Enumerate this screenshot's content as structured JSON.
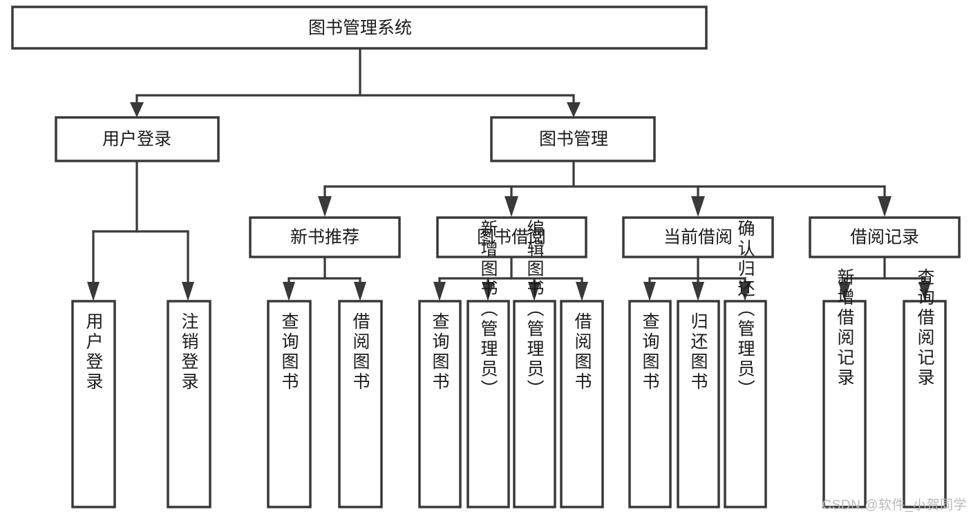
{
  "diagram": {
    "type": "tree",
    "title": "图书管理系统",
    "orientation": "top-down",
    "watermark": "CSDN @软件_小贺同学",
    "colors": {
      "background": "#ffffff",
      "box_fill": "#ffffff",
      "box_stroke": "#393939",
      "text": "#1a1a1a",
      "watermark": "#b9b9b9"
    },
    "root": {
      "id": "root",
      "label": "图书管理系统"
    },
    "level2": [
      {
        "id": "user-login",
        "label": "用户登录"
      },
      {
        "id": "book-manage",
        "label": "图书管理"
      }
    ],
    "level3": [
      {
        "id": "new-book-recommend",
        "label": "新书推荐",
        "parent": "book-manage"
      },
      {
        "id": "book-borrow",
        "label": "图书借阅",
        "parent": "book-manage"
      },
      {
        "id": "current-borrow",
        "label": "当前借阅",
        "parent": "book-manage"
      },
      {
        "id": "borrow-record",
        "label": "借阅记录",
        "parent": "book-manage"
      }
    ],
    "leaves": {
      "user-login": [
        {
          "id": "leaf-user-login",
          "label": "用户登录"
        },
        {
          "id": "leaf-user-logout",
          "label": "注销登录"
        }
      ],
      "new-book-recommend": [
        {
          "id": "leaf-query-book-1",
          "label": "查询图书"
        },
        {
          "id": "leaf-borrow-book-1",
          "label": "借阅图书"
        }
      ],
      "book-borrow": [
        {
          "id": "leaf-query-book-2",
          "label": "查询图书"
        },
        {
          "id": "leaf-add-book",
          "label": "新增图书（管理员）"
        },
        {
          "id": "leaf-edit-book",
          "label": "编辑图书（管理员）"
        },
        {
          "id": "leaf-borrow-book-2",
          "label": "借阅图书"
        }
      ],
      "current-borrow": [
        {
          "id": "leaf-query-book-3",
          "label": "查询图书"
        },
        {
          "id": "leaf-return-book",
          "label": "归还图书"
        },
        {
          "id": "leaf-confirm-return",
          "label": "确认归还（管理员）"
        }
      ],
      "borrow-record": [
        {
          "id": "leaf-add-record",
          "label": "新增借阅记录"
        },
        {
          "id": "leaf-query-record",
          "label": "查询借阅记录"
        }
      ]
    }
  }
}
